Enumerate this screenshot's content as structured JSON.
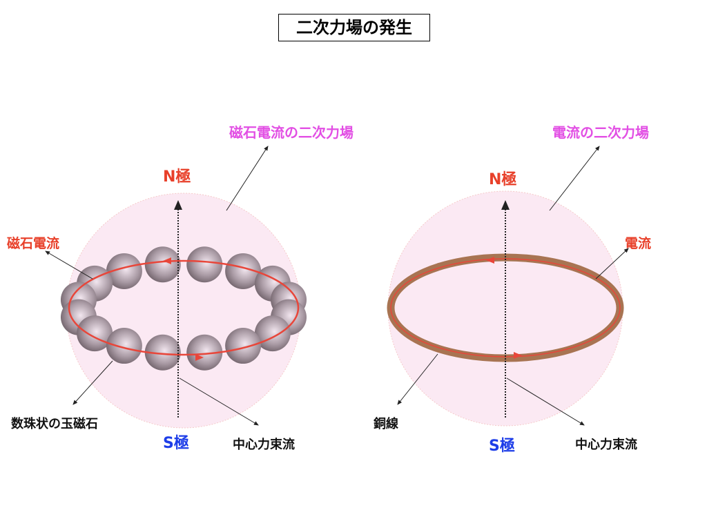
{
  "title": "二次力場の発生",
  "left": {
    "field_label": "磁石電流の二次力場",
    "north": "N極",
    "south": "S極",
    "current_label": "磁石電流",
    "beads_label": "数珠状の玉磁石",
    "flux_label": "中心力束流"
  },
  "right": {
    "field_label": "電流の二次力場",
    "north": "N極",
    "south": "S極",
    "current_label": "電流",
    "wire_label": "銅線",
    "flux_label": "中心力束流"
  },
  "colors": {
    "field": "#fbe9f3",
    "current": "#e8463a",
    "wire": "#a87452",
    "north": "#e8402a",
    "south": "#1d3de8",
    "bead": "#a99aa4"
  }
}
